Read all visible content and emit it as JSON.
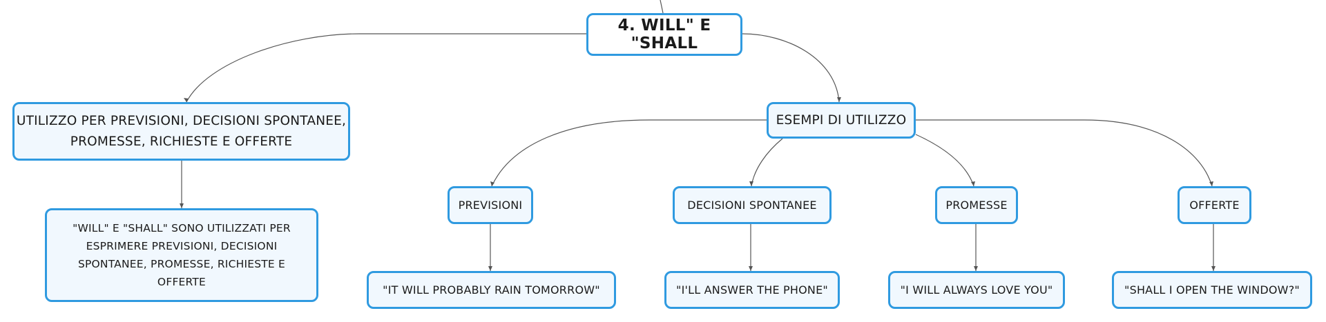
{
  "mindmap": {
    "central": "4. WILL\" E \"SHALL",
    "uso": {
      "line1": "UTILIZZO PER PREVISIONI, DECISIONI SPONTANEE,",
      "line2": "PROMESSE, RICHIESTE E OFFERTE"
    },
    "descrizione": {
      "line1": "\"WILL\" E \"SHALL\" SONO UTILIZZATI PER",
      "line2": "ESPRIMERE PREVISIONI, DECISIONI",
      "line3": "SPONTANEE, PROMESSE, RICHIESTE E",
      "line4": "OFFERTE"
    },
    "esempi": "ESEMPI DI UTILIZZO",
    "categorie": {
      "previsioni": "PREVISIONI",
      "decisioni": "DECISIONI SPONTANEE",
      "promesse": "PROMESSE",
      "offerte": "OFFERTE"
    },
    "frasi": {
      "previsioni": "\"IT WILL PROBABLY RAIN TOMORROW\"",
      "decisioni": "\"I'LL ANSWER THE PHONE\"",
      "promesse": "\"I WILL ALWAYS LOVE YOU\"",
      "offerte": "\"SHALL I OPEN THE WINDOW?\""
    }
  },
  "colors": {
    "node_border": "#2f9ae0",
    "node_fill": "#f1f8fe",
    "connector": "#555555"
  }
}
